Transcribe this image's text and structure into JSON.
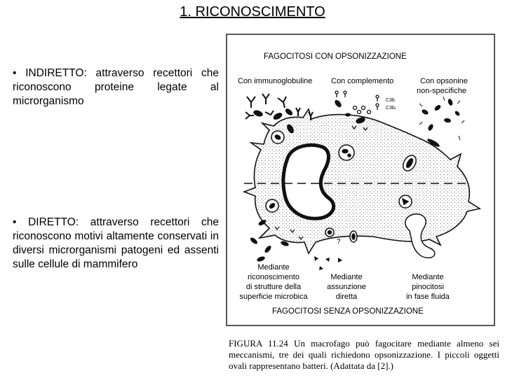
{
  "slide": {
    "title": "1. RICONOSCIMENTO",
    "bullets": [
      "• INDIRETTO: attraverso recettori che riconoscono proteine legate al microrganismo",
      "• DIRETTO: attraverso recettori che riconoscono motivi altamente conservati in diversi microrganismi patogeni ed assenti sulle cellule di mammifero"
    ]
  },
  "figure": {
    "header_top": "FAGOCITOSI CON OPSONIZZAZIONE",
    "header_bottom": "FAGOCITOSI SENZA OPSONIZZAZIONE",
    "top_labels": [
      "Con immunoglobuline",
      "Con complemento",
      "Con opsonine",
      "non-specifiche"
    ],
    "c3b_labels": [
      "C3b",
      "C3bᵢ"
    ],
    "bottom_labels": {
      "left": [
        "Mediante",
        "riconoscimento",
        "di strutture della",
        "superficie microbica"
      ],
      "middle": [
        "Mediante",
        "assunzione",
        "diretta"
      ],
      "right": [
        "Mediante",
        "pinocitosi",
        "in fase fluida"
      ]
    },
    "question_mark": "?",
    "caption": "FIGURA 11.24  Un macrofago può fagocitare mediante almeno sei meccanismi, tre dei quali richiedono opsonizzazione. I piccoli oggetti ovali rappresentano batteri. (Adattata da [2].)"
  }
}
